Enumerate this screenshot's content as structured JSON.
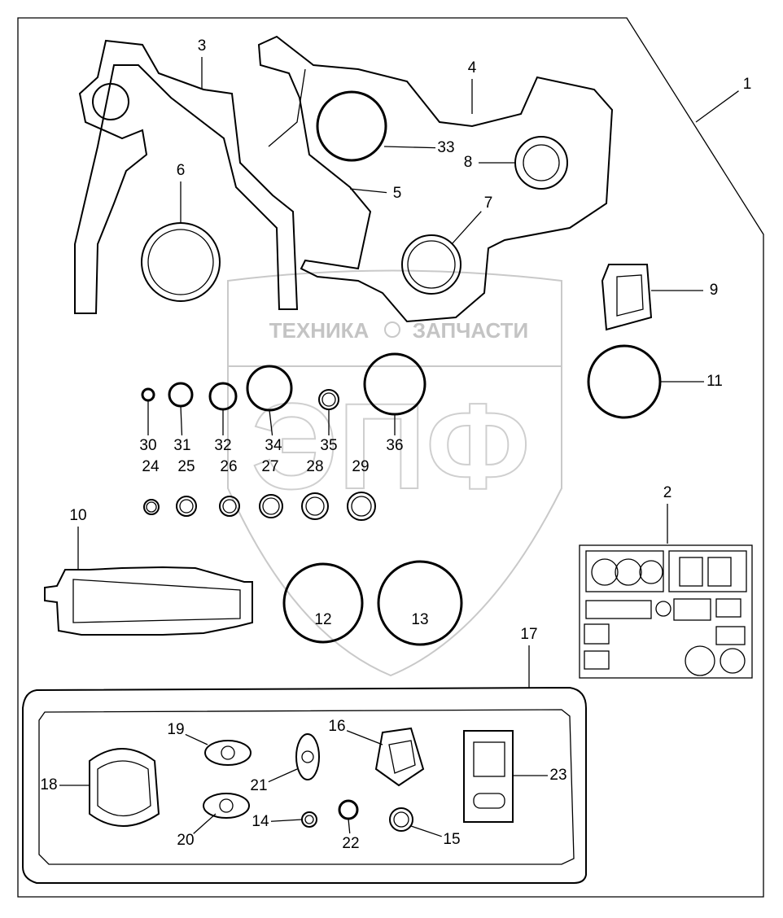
{
  "diagram": {
    "type": "exploded parts diagram - gasket kit",
    "watermark": {
      "line1": "ТЕХНИКА",
      "line2": "ЗАПЧАСТИ",
      "logo": "ЭПФ"
    },
    "labels": [
      "1",
      "2",
      "3",
      "4",
      "5",
      "6",
      "7",
      "8",
      "9",
      "10",
      "11",
      "12",
      "13",
      "14",
      "15",
      "16",
      "17",
      "18",
      "19",
      "20",
      "21",
      "22",
      "23",
      "24",
      "25",
      "26",
      "27",
      "28",
      "29",
      "30",
      "31",
      "32",
      "33",
      "34",
      "35",
      "36"
    ]
  }
}
